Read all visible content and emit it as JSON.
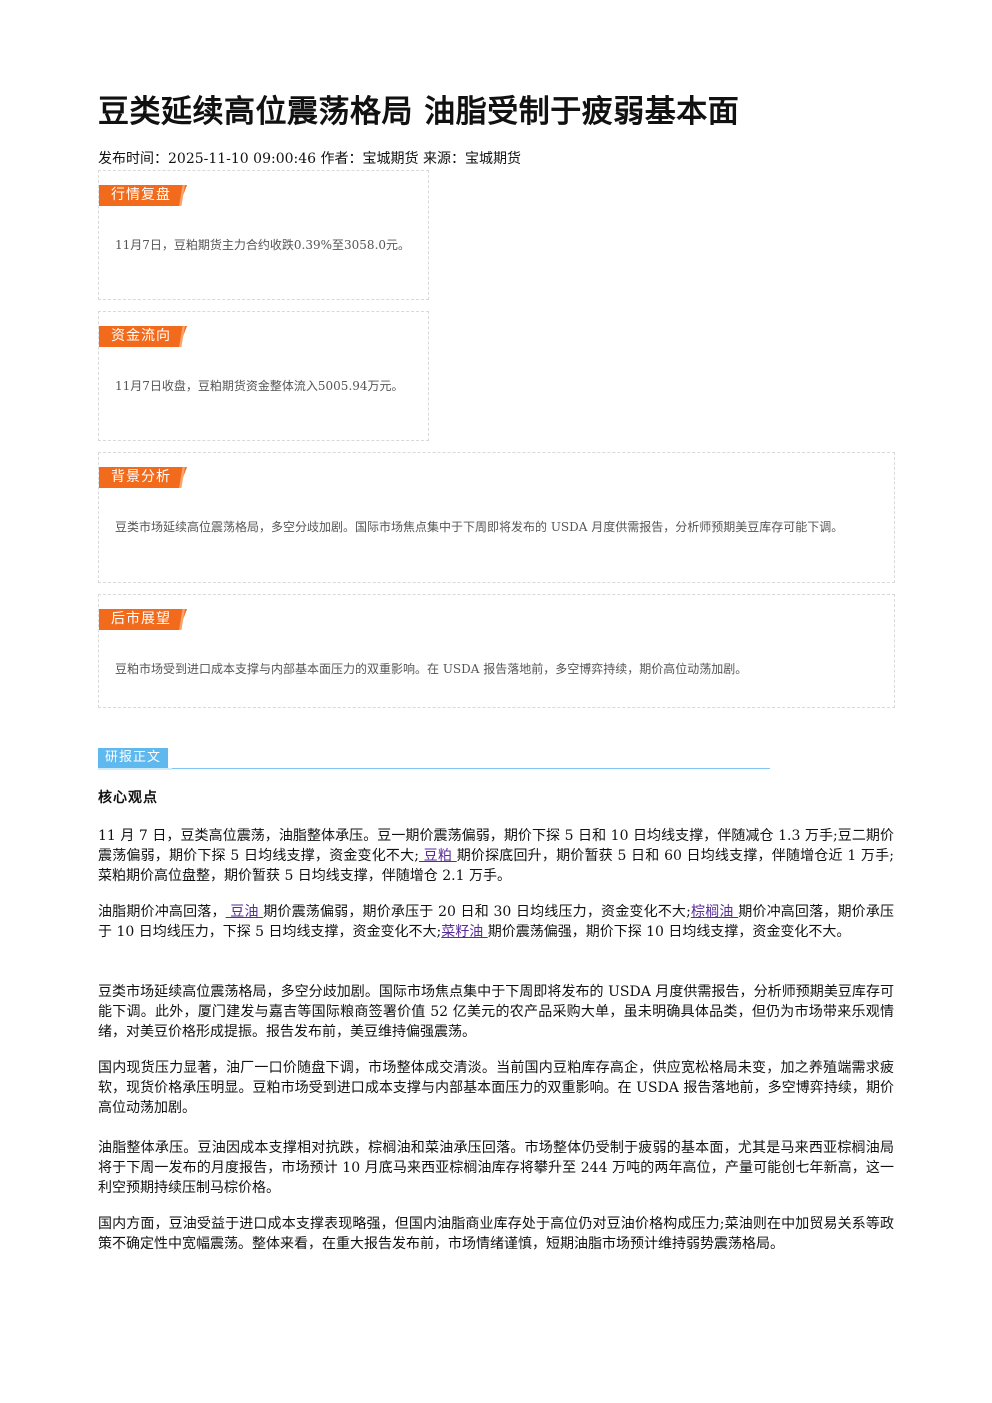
{
  "article": {
    "title": "豆类延续高位震荡格局 油脂受制于疲弱基本面",
    "meta": "发布时间：2025-11-10 09:00:46 作者：宝城期货 来源：宝城期货"
  },
  "cards": [
    {
      "tag": "行情复盘",
      "text": "11月7日，豆粕期货主力合约收跌0.39%至3058.0元。"
    },
    {
      "tag": "资金流向",
      "text": "11月7日收盘，豆粕期货资金整体流入5005.94万元。"
    },
    {
      "tag": "背景分析",
      "text": "豆类市场延续高位震荡格局，多空分歧加剧。国际市场焦点集中于下周即将发布的 USDA 月度供需报告，分析师预期美豆库存可能下调。"
    },
    {
      "tag": "后市展望",
      "text": "豆粕市场受到进口成本支撑与内部基本面压力的双重影响。在 USDA 报告落地前，多空博弈持续，期价高位动荡加剧。"
    }
  ],
  "report": {
    "tag": "研报正文",
    "heading": "核心观点",
    "p1": {
      "a": "11 月 7 日，豆类高位震荡，油脂整体承压。豆一期价震荡偏弱，期价下探 5 日和 10 日均线支撑，伴随减仓 1.3 万手;豆二期价震荡偏弱，期价下探 5 日均线支撑，资金变化不大;",
      "link1": " 豆粕 ",
      "b": "期价探底回升，期价暂获 5 日和 60 日均线支撑，伴随增仓近 1 万手;菜粕期价高位盘整，期价暂获 5 日均线支撑，伴随增仓 2.1 万手。"
    },
    "p2": {
      "a": "油脂期价冲高回落，",
      "link1": " 豆油 ",
      "b": "期价震荡偏弱，期价承压于 20 日和 30 日均线压力，资金变化不大;",
      "link2": "棕榈油 ",
      "c": "期价冲高回落，期价承压于 10 日均线压力，下探 5 日均线支撑，资金变化不大;",
      "link3": "菜籽油 ",
      "d": "期价震荡偏强，期价下探 10 日均线支撑，资金变化不大。"
    },
    "p3": "豆类市场延续高位震荡格局，多空分歧加剧。国际市场焦点集中于下周即将发布的 USDA 月度供需报告，分析师预期美豆库存可能下调。此外，厦门建发与嘉吉等国际粮商签署价值 52 亿美元的农产品采购大单，虽未明确具体品类，但仍为市场带来乐观情绪，对美豆价格形成提振。报告发布前，美豆维持偏强震荡。",
    "p4": "国内现货压力显著，油厂一口价随盘下调，市场整体成交清淡。当前国内豆粕库存高企，供应宽松格局未变，加之养殖端需求疲软，现货价格承压明显。豆粕市场受到进口成本支撑与内部基本面压力的双重影响。在 USDA 报告落地前，多空博弈持续，期价高位动荡加剧。",
    "p5": "油脂整体承压。豆油因成本支撑相对抗跌，棕榈油和菜油承压回落。市场整体仍受制于疲弱的基本面，尤其是马来西亚棕榈油局将于下周一发布的月度报告，市场预计 10 月底马来西亚棕榈油库存将攀升至 244 万吨的两年高位，产量可能创七年新高，这一利空预期持续压制马棕价格。",
    "p6": "国内方面，豆油受益于进口成本支撑表现略强，但国内油脂商业库存处于高位仍对豆油价格构成压力;菜油则在中加贸易关系等政策不确定性中宽幅震荡。整体来看，在重大报告发布前，市场情绪谨慎，短期油脂市场预计维持弱势震荡格局。"
  },
  "colors": {
    "tag_orange": "#f26b1d",
    "report_blue": "#5fb8ee",
    "link_purple": "#5a2a9a"
  }
}
